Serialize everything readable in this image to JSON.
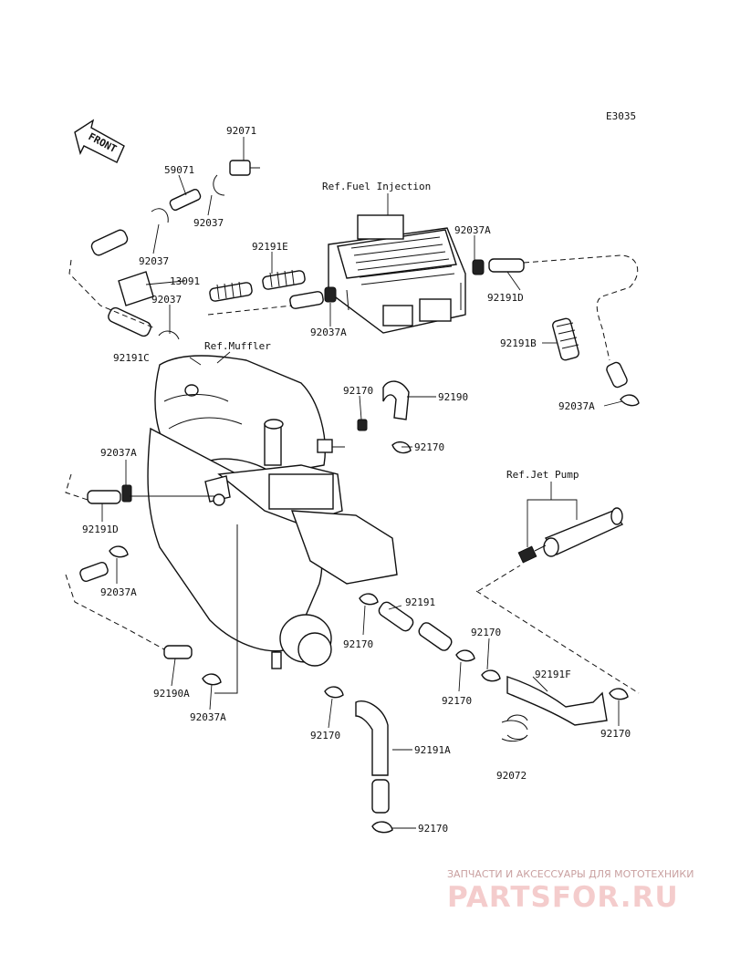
{
  "diagram_code": "E3035",
  "front_label": "FRONT",
  "refs": {
    "fuel_injection": "Ref.Fuel Injection",
    "muffler": "Ref.Muffler",
    "jet_pump": "Ref.Jet Pump"
  },
  "parts": [
    {
      "id": "p92071",
      "text": "92071"
    },
    {
      "id": "p59071",
      "text": "59071"
    },
    {
      "id": "p92037_a",
      "text": "92037"
    },
    {
      "id": "p92037_b",
      "text": "92037"
    },
    {
      "id": "p13091",
      "text": "13091"
    },
    {
      "id": "p92037_c",
      "text": "92037"
    },
    {
      "id": "p92191C",
      "text": "92191C"
    },
    {
      "id": "p92191E",
      "text": "92191E"
    },
    {
      "id": "p92037A_1",
      "text": "92037A"
    },
    {
      "id": "p92037A_2",
      "text": "92037A"
    },
    {
      "id": "p92191D_1",
      "text": "92191D"
    },
    {
      "id": "p92191B",
      "text": "92191B"
    },
    {
      "id": "p92037A_3",
      "text": "92037A"
    },
    {
      "id": "p92170_1",
      "text": "92170"
    },
    {
      "id": "p92190",
      "text": "92190"
    },
    {
      "id": "p92170_2",
      "text": "92170"
    },
    {
      "id": "p92037A_4",
      "text": "92037A"
    },
    {
      "id": "p92191D_2",
      "text": "92191D"
    },
    {
      "id": "p92037A_5",
      "text": "92037A"
    },
    {
      "id": "p92191",
      "text": "92191"
    },
    {
      "id": "p92170_3",
      "text": "92170"
    },
    {
      "id": "p92170_4",
      "text": "92170"
    },
    {
      "id": "p92170_5",
      "text": "92170"
    },
    {
      "id": "p92191F",
      "text": "92191F"
    },
    {
      "id": "p92190A",
      "text": "92190A"
    },
    {
      "id": "p92037A_6",
      "text": "92037A"
    },
    {
      "id": "p92170_6",
      "text": "92170"
    },
    {
      "id": "p92191A",
      "text": "92191A"
    },
    {
      "id": "p92072",
      "text": "92072"
    },
    {
      "id": "p92170_7",
      "text": "92170"
    },
    {
      "id": "p92170_8",
      "text": "92170"
    }
  ],
  "watermark": {
    "tagline": "ЗАПЧАСТИ И АКСЕССУАРЫ ДЛЯ МОТОТЕХНИКИ",
    "brand": "PARTSFOR.RU"
  }
}
